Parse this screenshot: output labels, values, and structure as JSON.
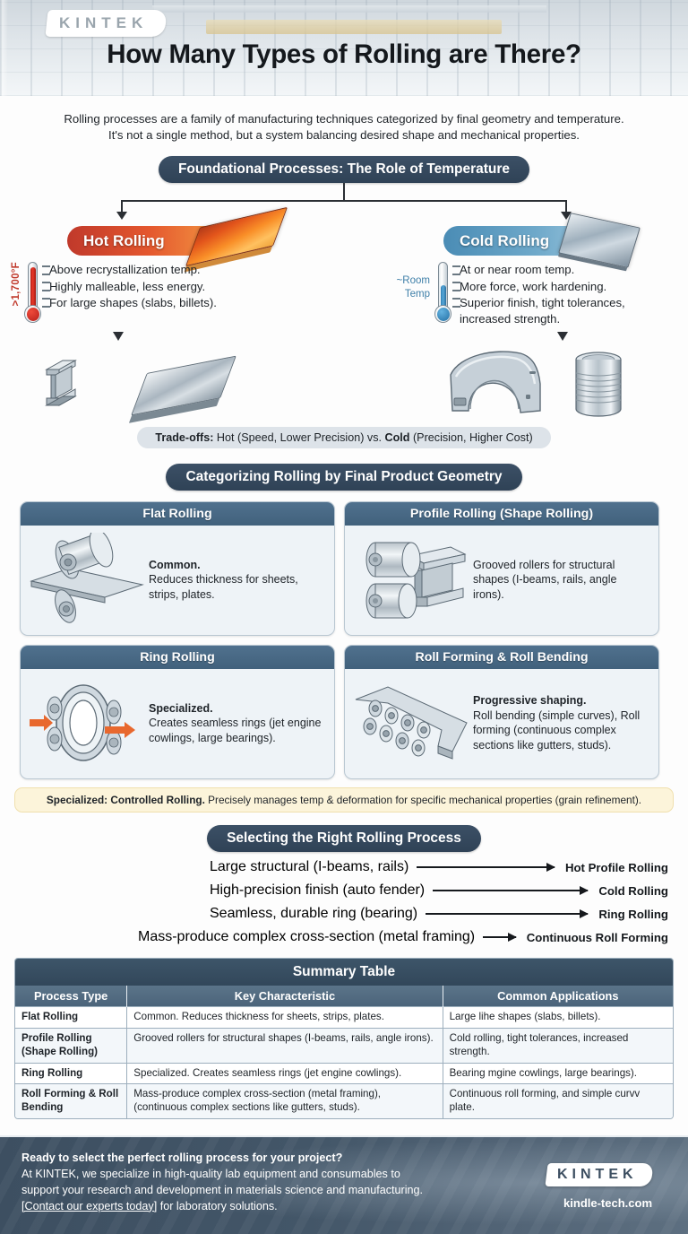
{
  "header": {
    "logo": "KINTEK",
    "title": "How Many Types of Rolling are There?"
  },
  "intro": {
    "line1": "Rolling processes are a family of manufacturing techniques categorized by final geometry and temperature.",
    "line2": "It's not a single method, but a system balancing desired shape and mechanical properties."
  },
  "sections": {
    "foundational": "Foundational Processes: The Role of Temperature",
    "geometry": "Categorizing Rolling by Final Product Geometry",
    "selector": "Selecting the Right Rolling Process"
  },
  "hot": {
    "badge": "Hot Rolling",
    "thermo_label": ">1,700°F",
    "points": [
      "Above recrystallization temp.",
      "Highly malleable, less energy.",
      "For large shapes (slabs, billets)."
    ],
    "color": "#e4572e"
  },
  "cold": {
    "badge": "Cold Rolling",
    "thermo_label_1": "~Room",
    "thermo_label_2": "Temp",
    "points": [
      "At or near room temp.",
      "More force, work hardening.",
      "Superior finish, tight tolerances,",
      "increased strength."
    ],
    "color": "#6fa9ca"
  },
  "tradeoffs": {
    "label": "Trade-offs:",
    "text_a": " Hot (Speed, Lower Precision) vs. ",
    "bold_b": "Cold",
    "text_b": " (Precision, Higher Cost)"
  },
  "cards": [
    {
      "title": "Flat Rolling",
      "lead": "Common.",
      "body": "Reduces thickness for sheets, strips, plates."
    },
    {
      "title": "Profile Rolling (Shape Rolling)",
      "lead": "",
      "body": "Grooved rollers for structural shapes (I-beams, rails, angle irons)."
    },
    {
      "title": "Ring Rolling",
      "lead": "Specialized.",
      "body": "Creates seamless rings (jet engine cowlings, large bearings)."
    },
    {
      "title": "Roll Forming & Roll Bending",
      "lead": "Progressive shaping.",
      "body": "Roll bending (simple curves), Roll forming (continuous complex sections like gutters, studs)."
    }
  ],
  "note": {
    "lead": "Specialized: Controlled Rolling.",
    "body": " Precisely manages temp & deformation for specific mechanical properties (grain refinement)."
  },
  "selector_rows": [
    {
      "need": "Large structural (I-beams, rails)",
      "answer": "Hot Profile Rolling"
    },
    {
      "need": "High-precision finish (auto fender)",
      "answer": "Cold Rolling"
    },
    {
      "need": "Seamless, durable ring (bearing)",
      "answer": "Ring Rolling"
    },
    {
      "need": "Mass-produce complex cross-section (metal framing)",
      "answer": "Continuous Roll Forming"
    }
  ],
  "table": {
    "title": "Summary Table",
    "columns": [
      "Process Type",
      "Key Characteristic",
      "Common Applications"
    ],
    "rows": [
      {
        "process": "Flat Rolling",
        "key": "Common. Reduces thickness for sheets, strips, plates.",
        "apps": "Large lihe shapes (slabs, billets)."
      },
      {
        "process": "Profile Rolling (Shape Rolling)",
        "key": "Grooved rollers for structural shapes (I-beams, rails, angle irons).",
        "apps": "Cold rolling, tight tolerances, increased strength."
      },
      {
        "process": "Ring Rolling",
        "key": "Specialized. Creates seamless rings (jet engine cowlings).",
        "apps": "Bearing mgine cowlings, large bearings)."
      },
      {
        "process": "Roll Forming & Roll Bending",
        "key": "Mass-produce complex cross-section (metal framing), (continuous complex sections like gutters, studs).",
        "apps": "Continuous roll forming,  and simple curvv plate."
      }
    ]
  },
  "footer": {
    "line1": "Ready to select the perfect rolling process for your project?",
    "line2": "At KINTEK, we specialize in high-quality lab equipment and consumables to",
    "line3": "support your research and development in materials science and manufacturing.",
    "link": "[Contact our experts today]",
    "line4_tail": " for laboratory solutions.",
    "logo": "KINTEK",
    "url": "kindle-tech.com"
  }
}
